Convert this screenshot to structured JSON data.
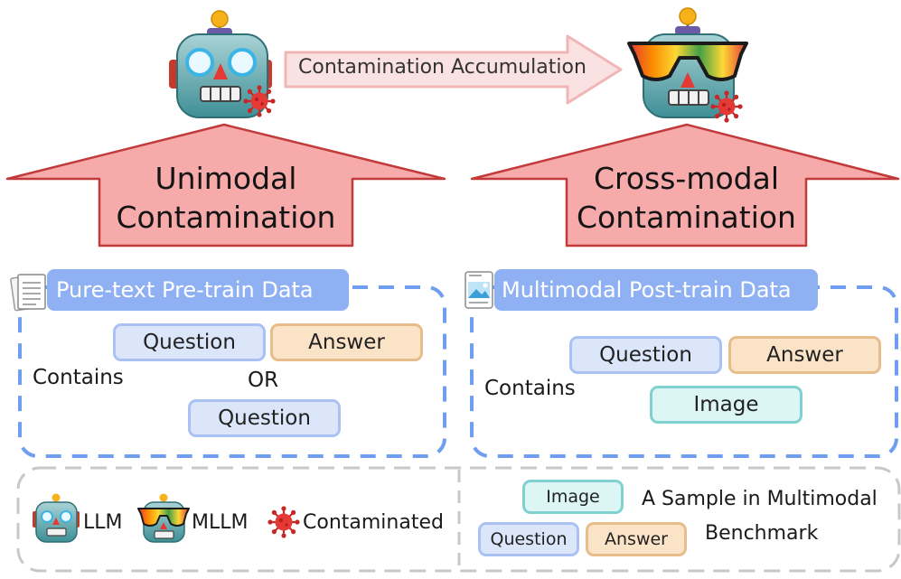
{
  "accumulation_label": "Contamination Accumulation",
  "left": {
    "arrow_line1": "Unimodal",
    "arrow_line2": "Contamination",
    "data_header": "Pure-text Pre-train Data",
    "contains": "Contains",
    "question1": "Question",
    "answer": "Answer",
    "or": "OR",
    "question2": "Question"
  },
  "right": {
    "arrow_line1": "Cross-modal",
    "arrow_line2": "Contamination",
    "data_header": "Multimodal Post-train Data",
    "contains": "Contains",
    "question": "Question",
    "answer": "Answer",
    "image": "Image"
  },
  "legend": {
    "llm": "LLM",
    "mllm": "MLLM",
    "contaminated": "Contaminated",
    "sample_image": "Image",
    "sample_question": "Question",
    "sample_answer": "Answer",
    "sample_line1": "A Sample in Multimodal",
    "sample_line2": "Benchmark"
  },
  "colors": {
    "arrow_fill": "#f6aaaa",
    "arrow_stroke": "#c23a3a",
    "dashed_border": "#6f9ef0",
    "header_fill": "#8fb0f2",
    "question_fill": "#dce6fb",
    "answer_fill": "#fbe3c7",
    "image_fill": "#dcf5f5",
    "legend_border": "#c8c8c8"
  }
}
